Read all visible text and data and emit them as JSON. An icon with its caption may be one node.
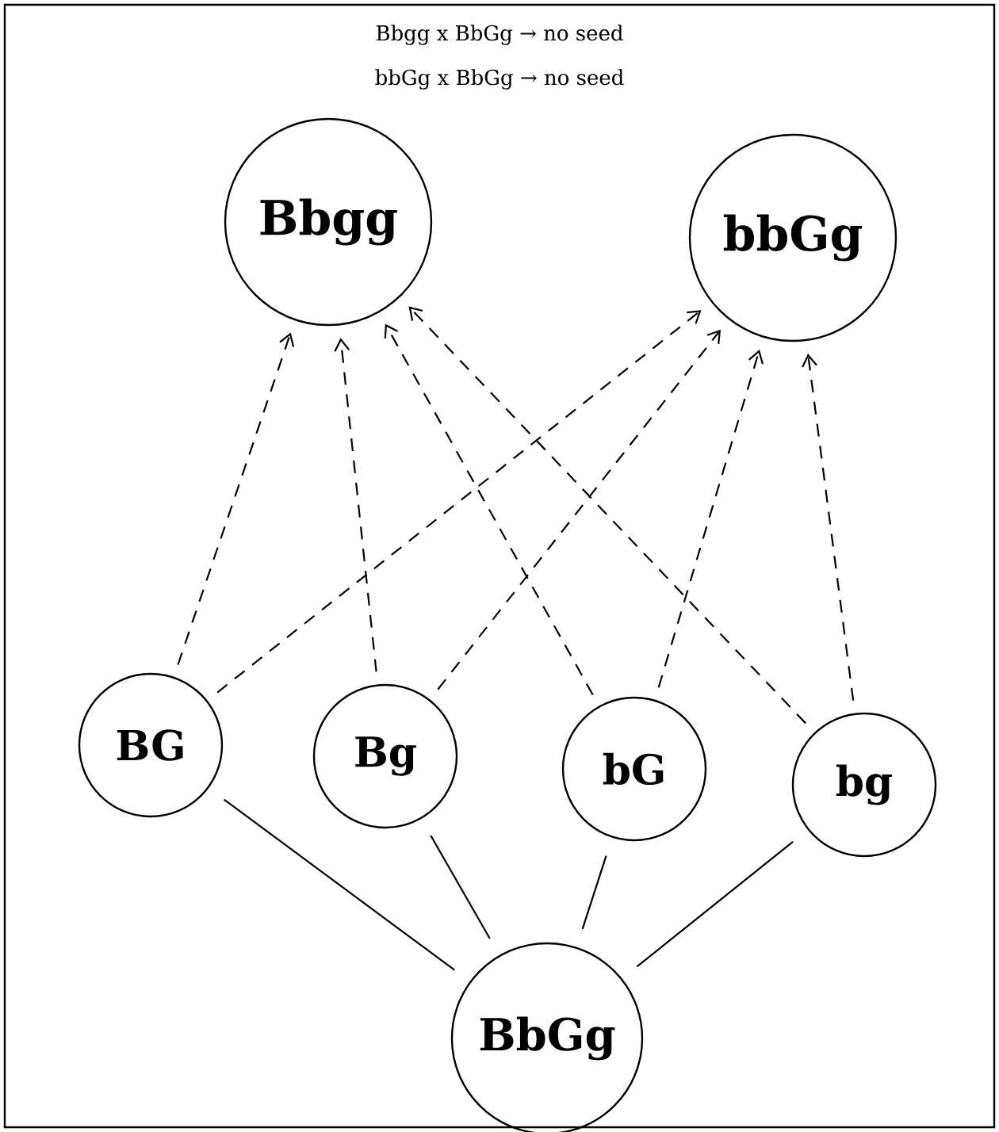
{
  "diagram": {
    "nodes": [
      {
        "text": [
          "Bbgg"
        ]
      },
      {
        "text": [
          "bbGg"
        ]
      },
      {
        "text": [
          "BG"
        ]
      },
      {
        "text": [
          "Bg"
        ]
      },
      {
        "text": [
          "bG"
        ]
      },
      {
        "text": [
          "bg"
        ]
      },
      {
        "text": [
          "BbGg"
        ]
      }
    ],
    "edges": [
      {
        "from": 6,
        "to": 2,
        "arrow": "none"
      },
      {
        "from": 6,
        "to": 3,
        "arrow": "none"
      },
      {
        "from": 6,
        "to": 4,
        "arrow": "none"
      },
      {
        "from": 6,
        "to": 5,
        "arrow": "none"
      },
      {
        "from": 2,
        "to": 0,
        "arrow": "to",
        "style": "dashed"
      },
      {
        "from": 2,
        "to": 1,
        "arrow": "to",
        "style": "dashed"
      },
      {
        "from": 3,
        "to": 0,
        "arrow": "to",
        "style": "dashed"
      },
      {
        "from": 3,
        "to": 1,
        "arrow": "to",
        "style": "dashed"
      },
      {
        "from": 4,
        "to": 0,
        "arrow": "to",
        "style": "dashed"
      },
      {
        "from": 4,
        "to": 1,
        "arrow": "to",
        "style": "dashed"
      },
      {
        "from": 5,
        "to": 0,
        "arrow": "to",
        "style": "dashed"
      },
      {
        "from": 5,
        "to": 1,
        "arrow": "to",
        "style": "dashed"
      }
    ],
    "labels": [
      "Bbgg  x  BbGg  →  no seed",
      "bbGg  x  BbGg  →  no seed"
    ]
  }
}
